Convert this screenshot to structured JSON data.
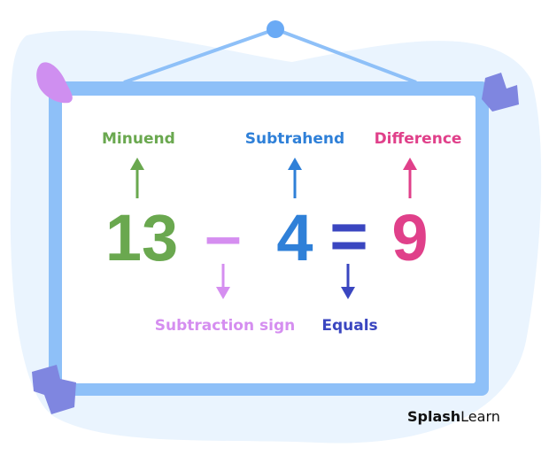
{
  "colors": {
    "frame": "#8ec0f8",
    "frame_bg": "#eaf4fe",
    "string": "#8ec0f8",
    "pin": "#6aaaf5",
    "minuend": "#6aa84f",
    "subtrahend": "#2f80d8",
    "difference": "#e0408a",
    "subtraction_sign": "#d58ef0",
    "equals": "#3a46c0",
    "corner_tl": "#cf8ff0",
    "corner_block": "#7f86e0"
  },
  "equation": {
    "minuend": "13",
    "minus_sign": "–",
    "subtrahend": "4",
    "equals_sign": "=",
    "difference": "9"
  },
  "labels": {
    "minuend": "Minuend",
    "subtrahend": "Subtrahend",
    "difference": "Difference",
    "subtraction_sign": "Subtraction sign",
    "equals": "Equals"
  },
  "brand": {
    "part1": "Splash",
    "part2": "Learn"
  }
}
